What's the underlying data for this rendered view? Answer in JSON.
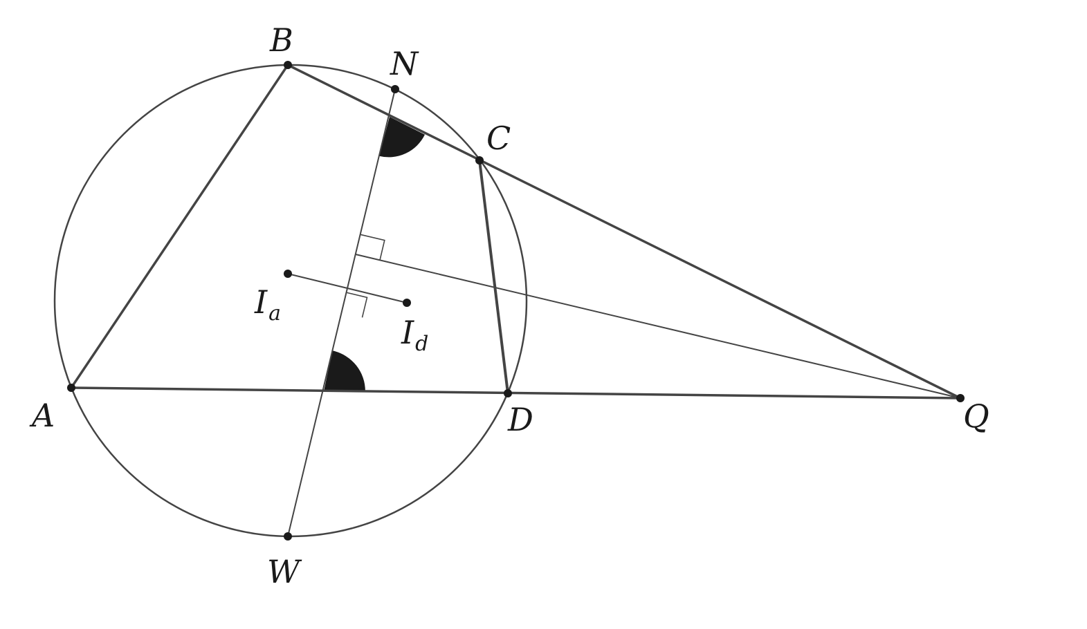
{
  "points": {
    "B": {
      "label": "B"
    },
    "N": {
      "label": "N"
    },
    "C": {
      "label": "C"
    },
    "A": {
      "label": "A"
    },
    "D": {
      "label": "D"
    },
    "Q": {
      "label": "Q"
    },
    "W": {
      "label": "W"
    },
    "Ia": {
      "label": "I",
      "subscript": "a"
    },
    "Id": {
      "label": "I",
      "subscript": "d"
    }
  },
  "colors": {
    "stroke": "#444444",
    "point": "#1a1a1a",
    "angle_fill": "#1a1a1a"
  }
}
